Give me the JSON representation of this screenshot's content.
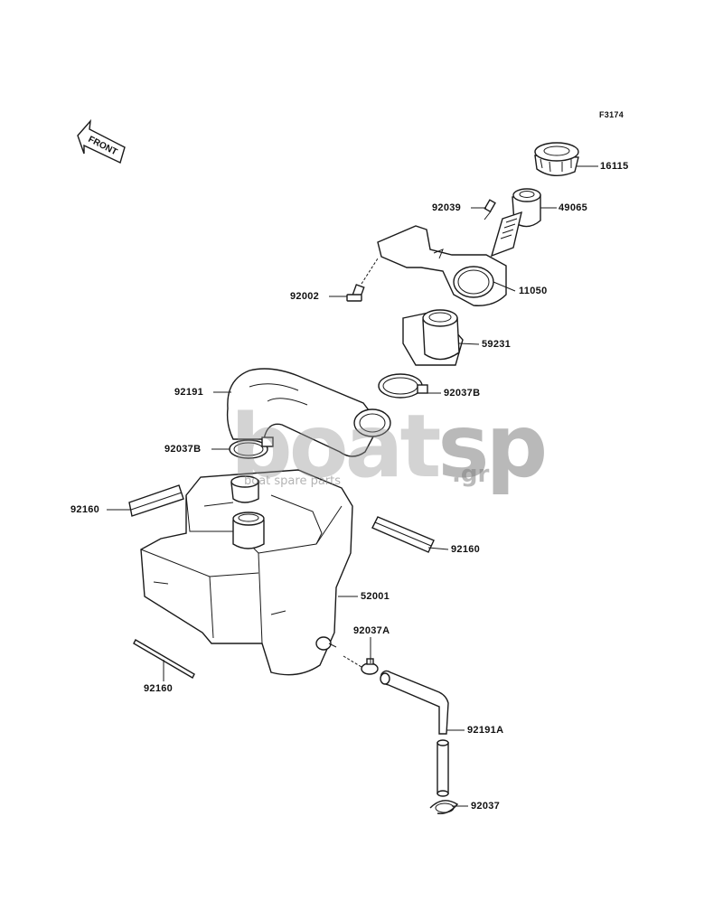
{
  "diagram": {
    "figure_code": "F3174",
    "front_marker": "FRONT",
    "watermark": {
      "main_a": "boat",
      "main_b": "sp",
      "suffix": ".gr",
      "tagline": "boat spare parts"
    },
    "parts": [
      {
        "id": "p16115",
        "number": "16115"
      },
      {
        "id": "p49065",
        "number": "49065"
      },
      {
        "id": "p92039",
        "number": "92039"
      },
      {
        "id": "p11050",
        "number": "11050"
      },
      {
        "id": "p92002",
        "number": "92002"
      },
      {
        "id": "p59231",
        "number": "59231"
      },
      {
        "id": "p92191",
        "number": "92191"
      },
      {
        "id": "p92037B_r",
        "number": "92037B"
      },
      {
        "id": "p92037B_l",
        "number": "92037B"
      },
      {
        "id": "p92160_l",
        "number": "92160"
      },
      {
        "id": "p92160_r",
        "number": "92160"
      },
      {
        "id": "p52001",
        "number": "52001"
      },
      {
        "id": "p92037A",
        "number": "92037A"
      },
      {
        "id": "p92160_b",
        "number": "92160"
      },
      {
        "id": "p92191A",
        "number": "92191A"
      },
      {
        "id": "p92037",
        "number": "92037"
      }
    ]
  }
}
